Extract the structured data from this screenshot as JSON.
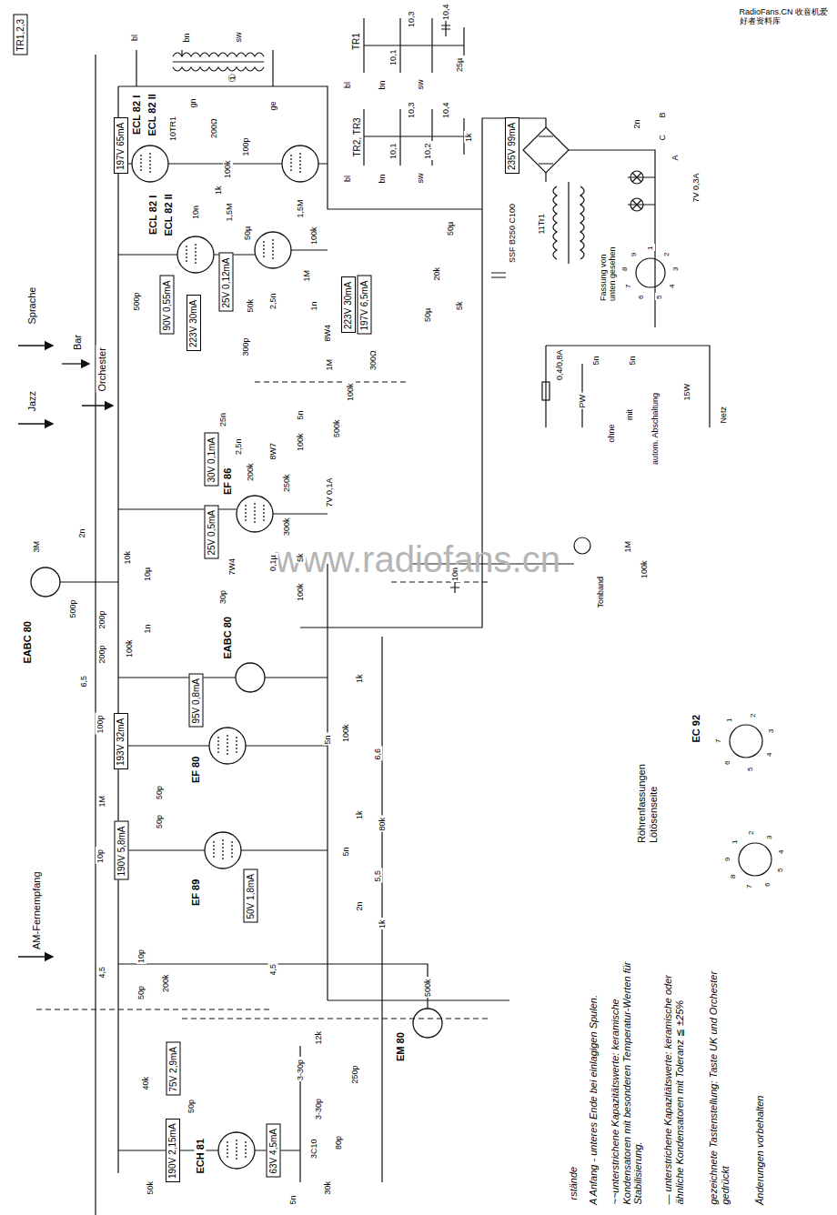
{
  "diagram": {
    "nodes": [
      {
        "text": [
          "TR1,2,3"
        ]
      },
      {
        "text": [
          "197V 65mA"
        ]
      },
      {
        "text": [
          "223V 30mA"
        ]
      },
      {
        "text": [
          "223V 30mA"
        ]
      },
      {
        "text": [
          "197V 6,5mA"
        ]
      },
      {
        "text": [
          "90V 0,55mA"
        ]
      },
      {
        "text": [
          "25V 0,12mA"
        ]
      },
      {
        "text": [
          "30V 0,1mA"
        ]
      },
      {
        "text": [
          "25V 0,5mA"
        ]
      },
      {
        "text": [
          "193V 32mA"
        ]
      },
      {
        "text": [
          "95V 0,8mA"
        ]
      },
      {
        "text": [
          "190V 5,8mA"
        ]
      },
      {
        "text": [
          "50V 1,8mA"
        ]
      },
      {
        "text": [
          "75V 2,9mA"
        ]
      },
      {
        "text": [
          "190V 2,15mA"
        ]
      },
      {
        "text": [
          "63V 4,5mA"
        ]
      },
      {
        "text": [
          "235V 99mA"
        ]
      }
    ],
    "labels": [
      "bl",
      "bn",
      "sw",
      "①",
      "10TR1",
      "gn",
      "ge",
      "TR1",
      "bl",
      "bn",
      "sw",
      "10,3",
      "10,4",
      "10,1",
      "25µ",
      "TR2, TR3",
      "10,3",
      "10,4",
      "10,1",
      "10,2",
      "bl",
      "bn",
      "sw",
      "1k",
      "50µ",
      "20k",
      "5k",
      "50µ",
      "SSF B250 C100",
      "11Tr1",
      "2n",
      "B",
      "C",
      "A",
      "7V 0,3A",
      "Fassung von unten gesehen",
      "0,4/0,8A",
      "5n",
      "5n",
      "PW",
      "ohne",
      "mit",
      "autom. Abschaltung",
      "15W",
      "Netz",
      "Tonband",
      "1M",
      "100k",
      "10n",
      "Sprache",
      "Bar",
      "Orchester",
      "Jazz",
      "AM-Fernempfang",
      "ECL 82 I",
      "ECL 82 II",
      "ECL 82 I",
      "ECL 82 II",
      "EF 86",
      "EABC 80",
      "EABC 80",
      "EF 80",
      "EF 89",
      "EM 80",
      "ECH 81",
      "EC 92",
      "Röhrenfassungen Lötösenseite",
      "100p",
      "200Ω",
      "100k",
      "1k",
      "1,5M",
      "10n",
      "50µ",
      "1,5M",
      "100k",
      "1M",
      "500p",
      "50k",
      "2,5n",
      "1n",
      "8W4",
      "300Ω",
      "1M",
      "100k",
      "300p",
      "5n",
      "100k",
      "500k",
      "25n",
      "2,5n",
      "8W7",
      "200k",
      "250k",
      "7V 0,1A",
      "300k",
      "5k",
      "0,1µ",
      "7W4",
      "100k",
      "30p",
      "3M",
      "2n",
      "10k",
      "10µ",
      "500p",
      "200p",
      "200p",
      "100k",
      "1n",
      "6,5",
      "100p",
      "1M",
      "50p",
      "50p",
      "10p",
      "6,6",
      "5,5",
      "1k",
      "100k",
      "5n",
      "1k",
      "80k",
      "5n",
      "2n",
      "1k",
      "4,5",
      "10p",
      "50p",
      "200k",
      "4,5",
      "500k",
      "40k",
      "3-30p",
      "250p",
      "3-30p",
      "3C10",
      "80p",
      "50p",
      "5n",
      "30k",
      "50k",
      "12k",
      "A Anfang - unteres Ende bei einlagigen Spulen.",
      "~~unterstrichene Kapazitätswerte: keramische Kondensatoren mit besonderen Temperatur-Werten für Stabilisierung.",
      "— unterstrichene Kapazitätswerte: keramische oder ähnliche Kondensatoren mit Toleranz ≦ ±25%",
      "gezeichnete Tastenstellung: Taste UK und Orchester gedrückt",
      "Änderungen vorbehalten",
      "rstände",
      "www.radiofans.cn",
      "RadioFans.CN 收音机爱好者资料库",
      "1",
      "2",
      "3",
      "4",
      "5",
      "6",
      "7",
      "8",
      "9",
      "1",
      "2",
      "3",
      "4",
      "5",
      "6",
      "7",
      "1",
      "2",
      "3",
      "4",
      "5",
      "6",
      "7",
      "8",
      "9"
    ]
  }
}
